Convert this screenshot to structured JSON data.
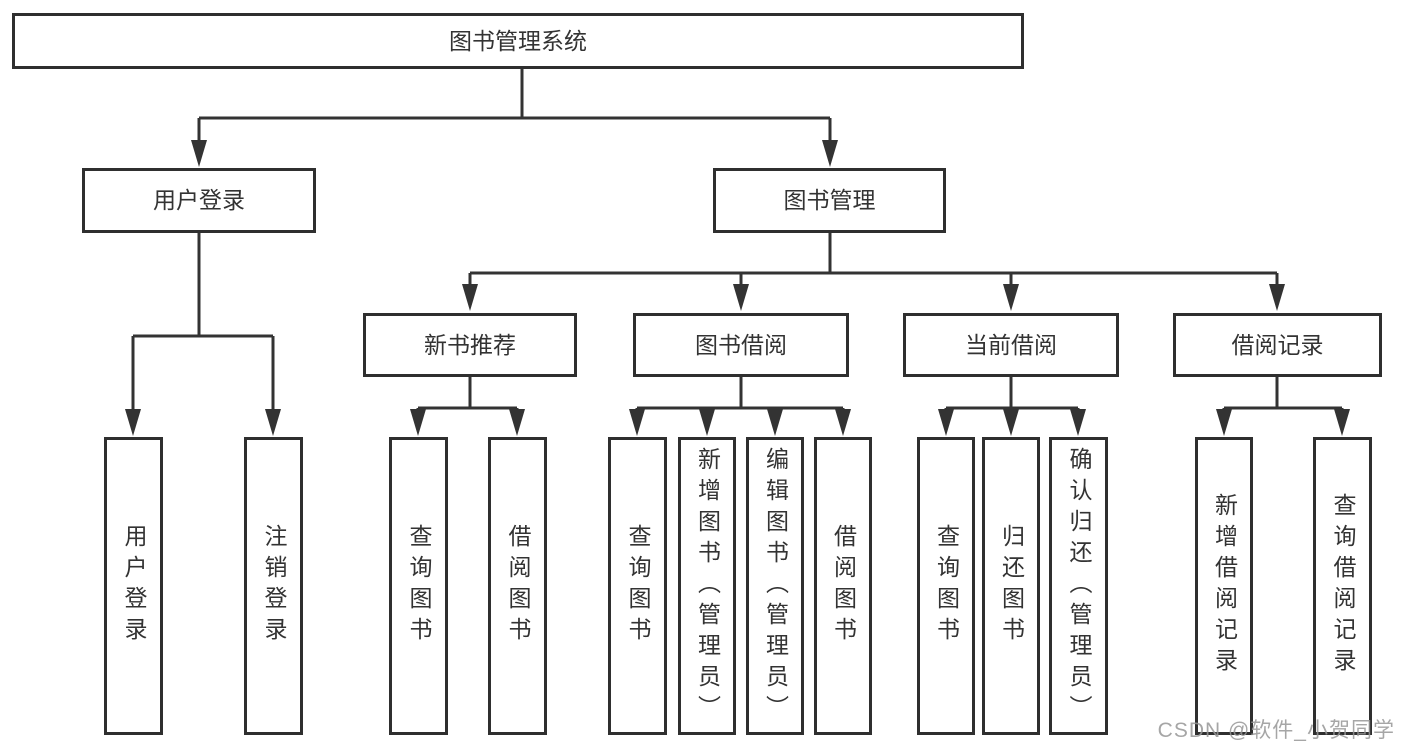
{
  "tree": {
    "root": {
      "label": "图书管理系统",
      "children": [
        {
          "label": "用户登录",
          "children": [
            {
              "label": "用户登录"
            },
            {
              "label": "注销登录"
            }
          ]
        },
        {
          "label": "图书管理",
          "children": [
            {
              "label": "新书推荐",
              "children": [
                {
                  "label": "查询图书"
                },
                {
                  "label": "借阅图书"
                }
              ]
            },
            {
              "label": "图书借阅",
              "children": [
                {
                  "label": "查询图书"
                },
                {
                  "label": "新增图书（管理员）"
                },
                {
                  "label": "编辑图书（管理员）"
                },
                {
                  "label": "借阅图书"
                }
              ]
            },
            {
              "label": "当前借阅",
              "children": [
                {
                  "label": "查询图书"
                },
                {
                  "label": "归还图书"
                },
                {
                  "label": "确认归还（管理员）"
                }
              ]
            },
            {
              "label": "借阅记录",
              "children": [
                {
                  "label": "新增借阅记录"
                },
                {
                  "label": "查询借阅记录"
                }
              ]
            }
          ]
        }
      ]
    }
  },
  "watermark": "CSDN @软件_小贺同学",
  "colors": {
    "line": "#333333",
    "box_border": "#2f2f2f",
    "text": "#333333",
    "watermark_text": "#969696",
    "background": "#ffffff"
  }
}
